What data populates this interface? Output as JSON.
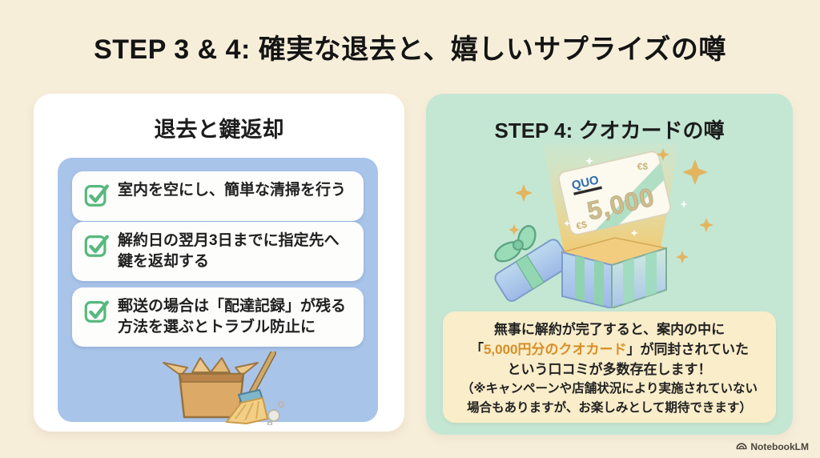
{
  "page": {
    "title": "STEP 3 & 4: 確実な退去と、嬉しいサプライズの噂",
    "background_color": "#f7eeda"
  },
  "left_card": {
    "title": "退去と鍵返却",
    "panel_color": "#a9c4e9",
    "check_color": "#58b87e",
    "checklist": [
      {
        "icon": "checkbox-checked",
        "text": "室内を空にし、簡単な清掃を行う"
      },
      {
        "icon": "checkbox-checked",
        "text": "解約日の翌月3日までに指定先へ鍵を返却する"
      },
      {
        "icon": "checkbox-checked",
        "text": "郵送の場合は「配達記録」が残る方法を選ぶとトラブル防止に"
      }
    ],
    "illustration": "open-cardboard-box-and-broom"
  },
  "right_card": {
    "title": "STEP 4: クオカードの噂",
    "card_color": "#c4e7d4",
    "illustration": {
      "name": "gift-box-with-quo-card",
      "quo_logo": "QUO",
      "quo_value": "5,000",
      "glyphs_top": "€$",
      "glyphs_bottom": "€$"
    },
    "note_box": {
      "background_color": "#f9edca",
      "highlight_color": "#d78f28",
      "line1": "無事に解約が完了すると、案内の中に",
      "line2_pre": "「",
      "line2_highlight": "5,000円分のクオカード",
      "line2_post": "」が同封されていた",
      "line3": "という口コミが多数存在します！",
      "line4": "（※キャンペーンや店舗状況により実施されていない",
      "line5": "場合もありますが、お楽しみとして期待できます）"
    }
  },
  "footer": {
    "watermark": "NotebookLM"
  }
}
